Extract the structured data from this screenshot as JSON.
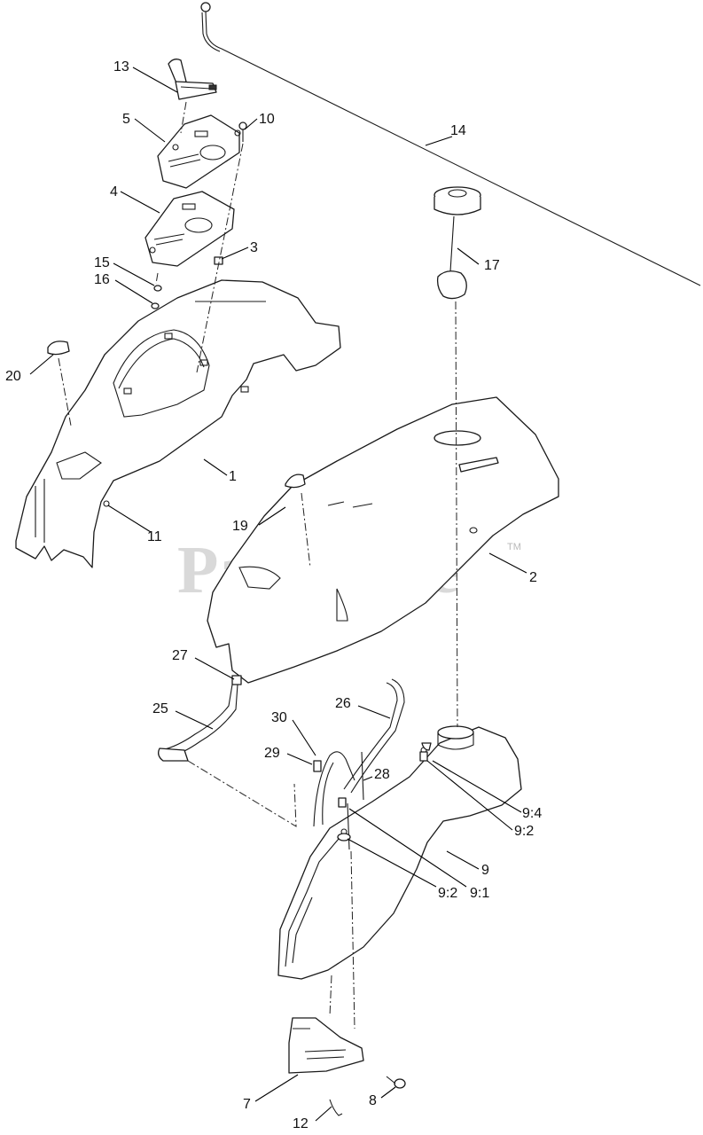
{
  "watermark": {
    "text": "PartsTree",
    "trademark": "TM"
  },
  "callouts": {
    "c1": "1",
    "c2": "2",
    "c3": "3",
    "c4": "4",
    "c5": "5",
    "c7": "7",
    "c8": "8",
    "c9": "9",
    "c9_1": "9:1",
    "c9_2a": "9:2",
    "c9_2b": "9:2",
    "c9_4": "9:4",
    "c10": "10",
    "c11": "11",
    "c12": "12",
    "c13": "13",
    "c14": "14",
    "c15": "15",
    "c16": "16",
    "c17": "17",
    "c19": "19",
    "c20": "20",
    "c25": "25",
    "c26": "26",
    "c27": "27",
    "c28": "28",
    "c29": "29",
    "c30": "30"
  }
}
